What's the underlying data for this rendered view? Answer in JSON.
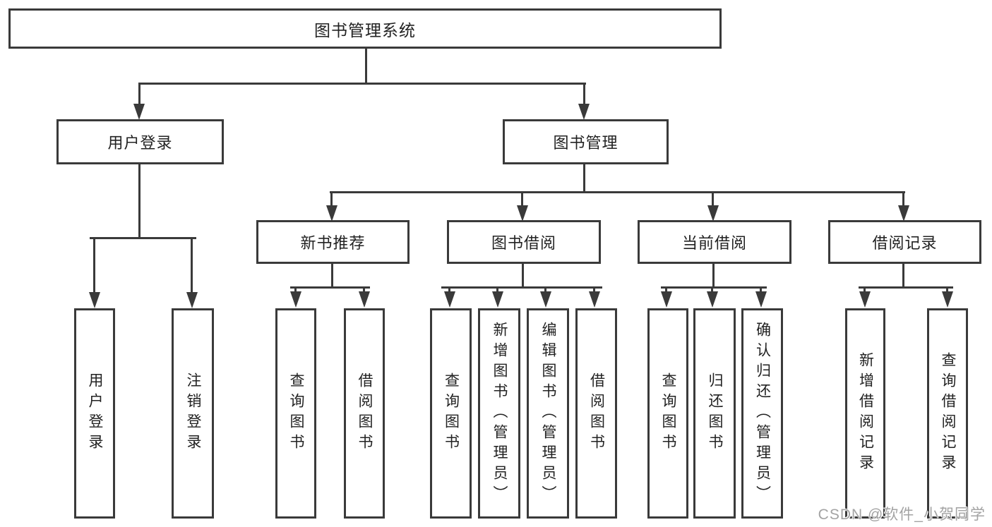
{
  "diagram": {
    "root": {
      "label": "图书管理系统"
    },
    "level1": [
      {
        "label": "用户登录",
        "children": [
          {
            "label": "用户登录"
          },
          {
            "label": "注销登录"
          }
        ]
      },
      {
        "label": "图书管理",
        "children": [
          {
            "label": "新书推荐",
            "children": [
              {
                "label": "查询图书"
              },
              {
                "label": "借阅图书"
              }
            ]
          },
          {
            "label": "图书借阅",
            "children": [
              {
                "label": "查询图书"
              },
              {
                "label": "新增图书（管理员）"
              },
              {
                "label": "编辑图书（管理员）"
              },
              {
                "label": "借阅图书"
              }
            ]
          },
          {
            "label": "当前借阅",
            "children": [
              {
                "label": "查询图书"
              },
              {
                "label": "归还图书"
              },
              {
                "label": "确认归还（管理员）"
              }
            ]
          },
          {
            "label": "借阅记录",
            "children": [
              {
                "label": "新增借阅记录"
              },
              {
                "label": "查询借阅记录"
              }
            ]
          }
        ]
      }
    ]
  },
  "watermark": {
    "text": "CSDN @软件_小贺同学"
  },
  "colors": {
    "line": "#3a3a3a",
    "text": "#222222",
    "background": "#ffffff",
    "watermark": "#a3a3a3"
  }
}
